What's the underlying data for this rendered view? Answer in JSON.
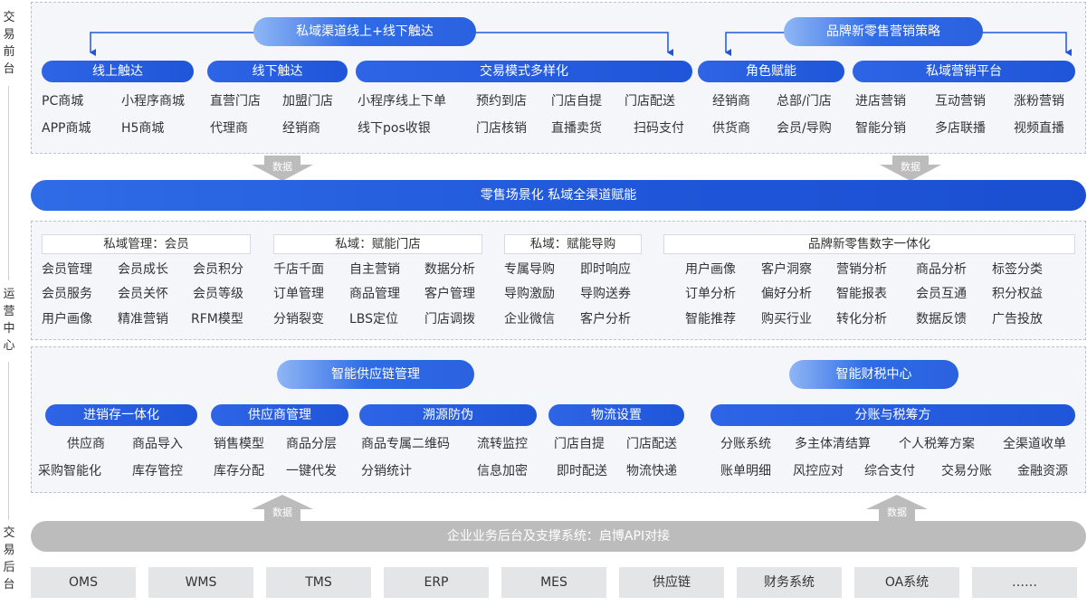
{
  "side_labels": {
    "front": [
      "交",
      "易",
      "前",
      "台"
    ],
    "ops": [
      "运",
      "营",
      "中",
      "心"
    ],
    "back": [
      "交",
      "易",
      "后",
      "台"
    ]
  },
  "front": {
    "top_pill_left": "私域渠道线上+线下触达",
    "top_pill_right": "品牌新零售营销策略",
    "groups": [
      {
        "title": "线上触达",
        "items": [
          "PC商城",
          "小程序商城",
          "APP商城",
          "H5商城"
        ]
      },
      {
        "title": "线下触达",
        "items": [
          "直营门店",
          "加盟门店",
          "代理商",
          "经销商"
        ]
      },
      {
        "title": "交易模式多样化",
        "items": [
          "小程序线上下单",
          "预约到店",
          "门店自提",
          "门店配送",
          "线下pos收银",
          "门店核销",
          "直播卖货",
          "扫码支付"
        ]
      },
      {
        "title": "角色赋能",
        "items": [
          "经销商",
          "总部/门店",
          "供货商",
          "会员/导购"
        ]
      },
      {
        "title": "私域营销平台",
        "items": [
          "进店营销",
          "互动营销",
          "涨粉营销",
          "智能分销",
          "多店联播",
          "视频直播"
        ]
      }
    ]
  },
  "data_arrow_label": "数据",
  "middle_bar": "零售场景化 私域全渠道赋能",
  "ops": {
    "groups": [
      {
        "title": "私域管理：会员",
        "items": [
          "会员管理",
          "会员成长",
          "会员积分",
          "会员服务",
          "会员关怀",
          "会员等级",
          "用户画像",
          "精准营销",
          "RFM模型"
        ]
      },
      {
        "title": "私域：赋能门店",
        "items": [
          "千店千面",
          "自主营销",
          "数据分析",
          "订单管理",
          "商品管理",
          "客户管理",
          "分销裂变",
          "LBS定位",
          "门店调拨"
        ]
      },
      {
        "title": "私域：赋能导购",
        "items": [
          "专属导购",
          "即时响应",
          "导购激励",
          "导购送券",
          "企业微信",
          "客户分析"
        ]
      },
      {
        "title": "品牌新零售数字一体化",
        "items": [
          "用户画像",
          "客户洞察",
          "营销分析",
          "商品分析",
          "标签分类",
          "订单分析",
          "偏好分析",
          "智能报表",
          "会员互通",
          "积分权益",
          "智能推荐",
          "购买行业",
          "转化分析",
          "数据反馈",
          "广告投放"
        ]
      }
    ]
  },
  "supply": {
    "top_pill_left": "智能供应链管理",
    "top_pill_right": "智能财税中心",
    "groups": [
      {
        "title": "进销存一体化",
        "items": [
          "供应商",
          "商品导入",
          "采购智能化",
          "库存管控"
        ]
      },
      {
        "title": "供应商管理",
        "items": [
          "销售模型",
          "商品分层",
          "库存分配",
          "一键代发"
        ]
      },
      {
        "title": "溯源防伪",
        "items": [
          "商品专属二维码",
          "流转监控",
          "分销统计",
          "信息加密"
        ]
      },
      {
        "title": "物流设置",
        "items": [
          "门店自提",
          "门店配送",
          "即时配送",
          "物流快递"
        ]
      },
      {
        "title": "分账与税筹方",
        "items": [
          "分账系统",
          "多主体清结算",
          "个人税筹方案",
          "全渠道收单",
          "账单明细",
          "风控应对",
          "综合支付",
          "交易分账",
          "金融资源"
        ]
      }
    ]
  },
  "backend_bar": "企业业务后台及支撑系统：启博API对接",
  "systems": [
    "OMS",
    "WMS",
    "TMS",
    "ERP",
    "MES",
    "供应链",
    "财务系统",
    "OA系统",
    "……"
  ],
  "colors": {
    "blue": "#1f56d9",
    "panel": "#f4f6fa",
    "gray": "#bcbcbc"
  }
}
